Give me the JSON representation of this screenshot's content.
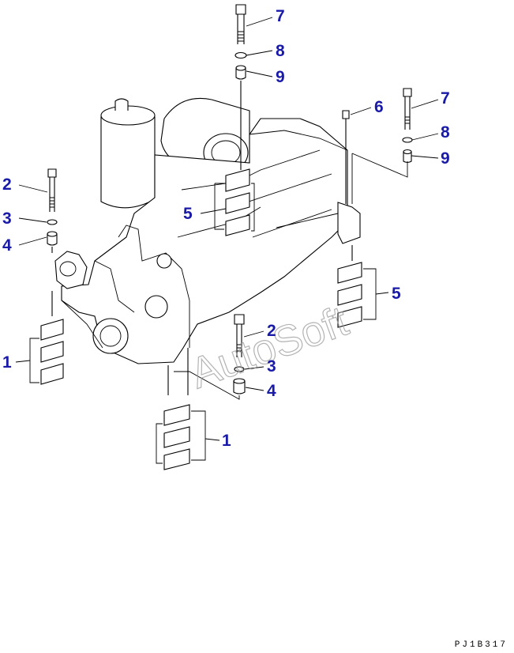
{
  "diagram_code": "PJ1B317",
  "watermark": "AutoSoft",
  "callouts": {
    "bolt_top": "7",
    "washer_top": "8",
    "spacer_top": "9",
    "pin_right": "6",
    "bolt_right": "7",
    "washer_right": "8",
    "spacer_right": "9",
    "bolt_left": "2",
    "washer_left": "3",
    "spacer_left": "4",
    "shims_left": "1",
    "shims_upper_center": "5",
    "shims_right": "5",
    "bolt_center": "2",
    "washer_center": "3",
    "spacer_center": "4",
    "shims_lower_center": "1"
  },
  "colors": {
    "callout": "#1a1aa8",
    "line": "#000000",
    "watermark": "#9a9a9a"
  }
}
